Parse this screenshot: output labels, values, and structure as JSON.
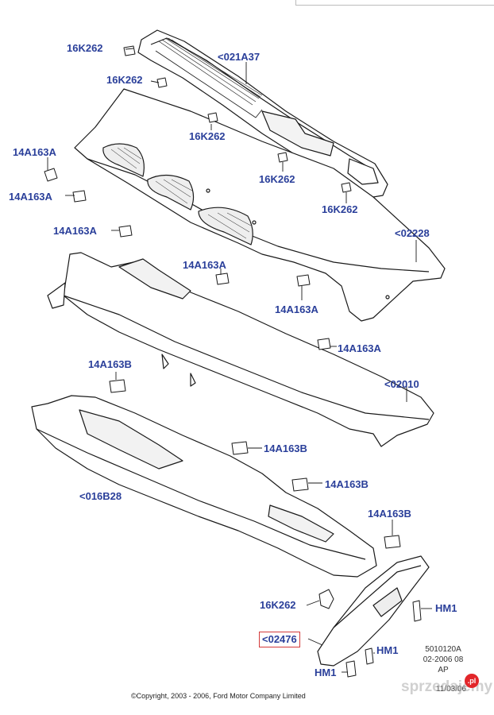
{
  "labels": {
    "clip_top_left": "16K262",
    "cowl_grille_top": "<021A37",
    "clip_left_2": "16K262",
    "clip_mid_1": "16K262",
    "clip_mid_2": "16K262",
    "clip_mid_3": "16K262",
    "nut_a_1": "14A163A",
    "nut_a_2": "14A163A",
    "nut_a_3": "14A163A",
    "cowl_panel": "<02228",
    "nut_a_4": "14A163A",
    "nut_a_5": "14A163A",
    "nut_a_6": "14A163A",
    "nut_b_1": "14A163B",
    "dash_panel": "<02010",
    "nut_b_2": "14A163B",
    "nut_b_3": "14A163B",
    "lower_panel": "<016B28",
    "nut_b_4": "14A163B",
    "clip_bottom": "16K262",
    "bracket": "<02476",
    "bolt_1": "HM1",
    "bolt_2": "HM1",
    "bolt_3": "HM1"
  },
  "meta": {
    "ref_code": "5010120A",
    "date_line": "02-2006 08",
    "ap": "AP",
    "sheet": "11/03/06",
    "copyright": "©Copyright, 2003 - 2006, Ford Motor Company Limited"
  },
  "watermark": {
    "text": "sprzedajemy",
    "badge": ".pl"
  },
  "colors": {
    "label": "#2a3f9a",
    "highlight_box": "#d43a3a",
    "line": "#1a1a1a"
  }
}
